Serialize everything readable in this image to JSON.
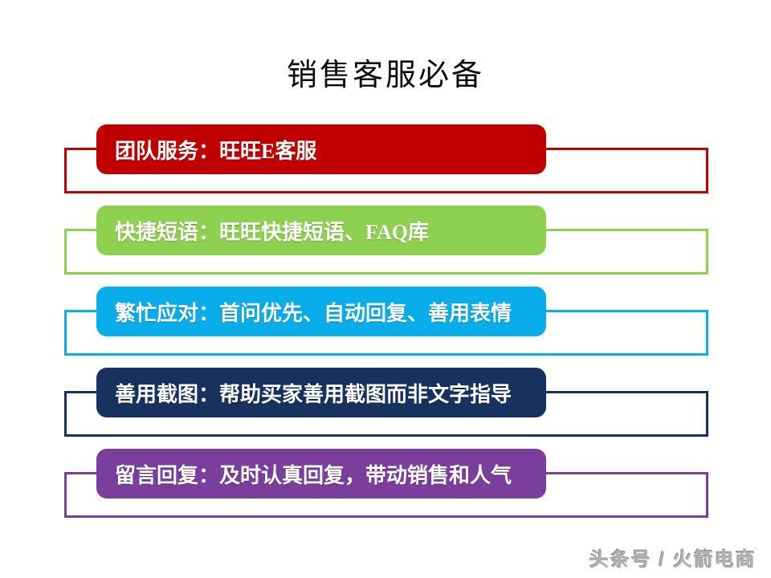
{
  "slide": {
    "title": "销售客服必备",
    "watermark": "头条号 / 火箭电商",
    "background_color": "#ffffff",
    "title_color": "#0d0d0d",
    "watermark_color": "#b3b3b3"
  },
  "chart_data": {
    "type": "table",
    "title": "销售客服必备",
    "categories": [
      "团队服务",
      "快捷短语",
      "繁忙应对",
      "善用截图",
      "留言回复"
    ],
    "values": [
      "旺旺E客服",
      "旺旺快捷短语、FAQ库",
      "首问优先、自动回复、善用表情",
      "帮助买家善用截图而非文字指导",
      "及时认真回复，带动销售和人气"
    ]
  },
  "items": [
    {
      "label": "团队服务：旺旺E客服",
      "color": "#c00000"
    },
    {
      "label": "快捷短语：旺旺快捷短语、FAQ库",
      "color": "#8ed04f"
    },
    {
      "label": "繁忙应对：首问优先、自动回复、善用表情",
      "color": "#09ade9"
    },
    {
      "label": "善用截图：帮助买家善用截图而非文字指导",
      "color": "#17325e"
    },
    {
      "label": "留言回复：及时认真回复，带动销售和人气",
      "color": "#7a3e9d"
    }
  ]
}
